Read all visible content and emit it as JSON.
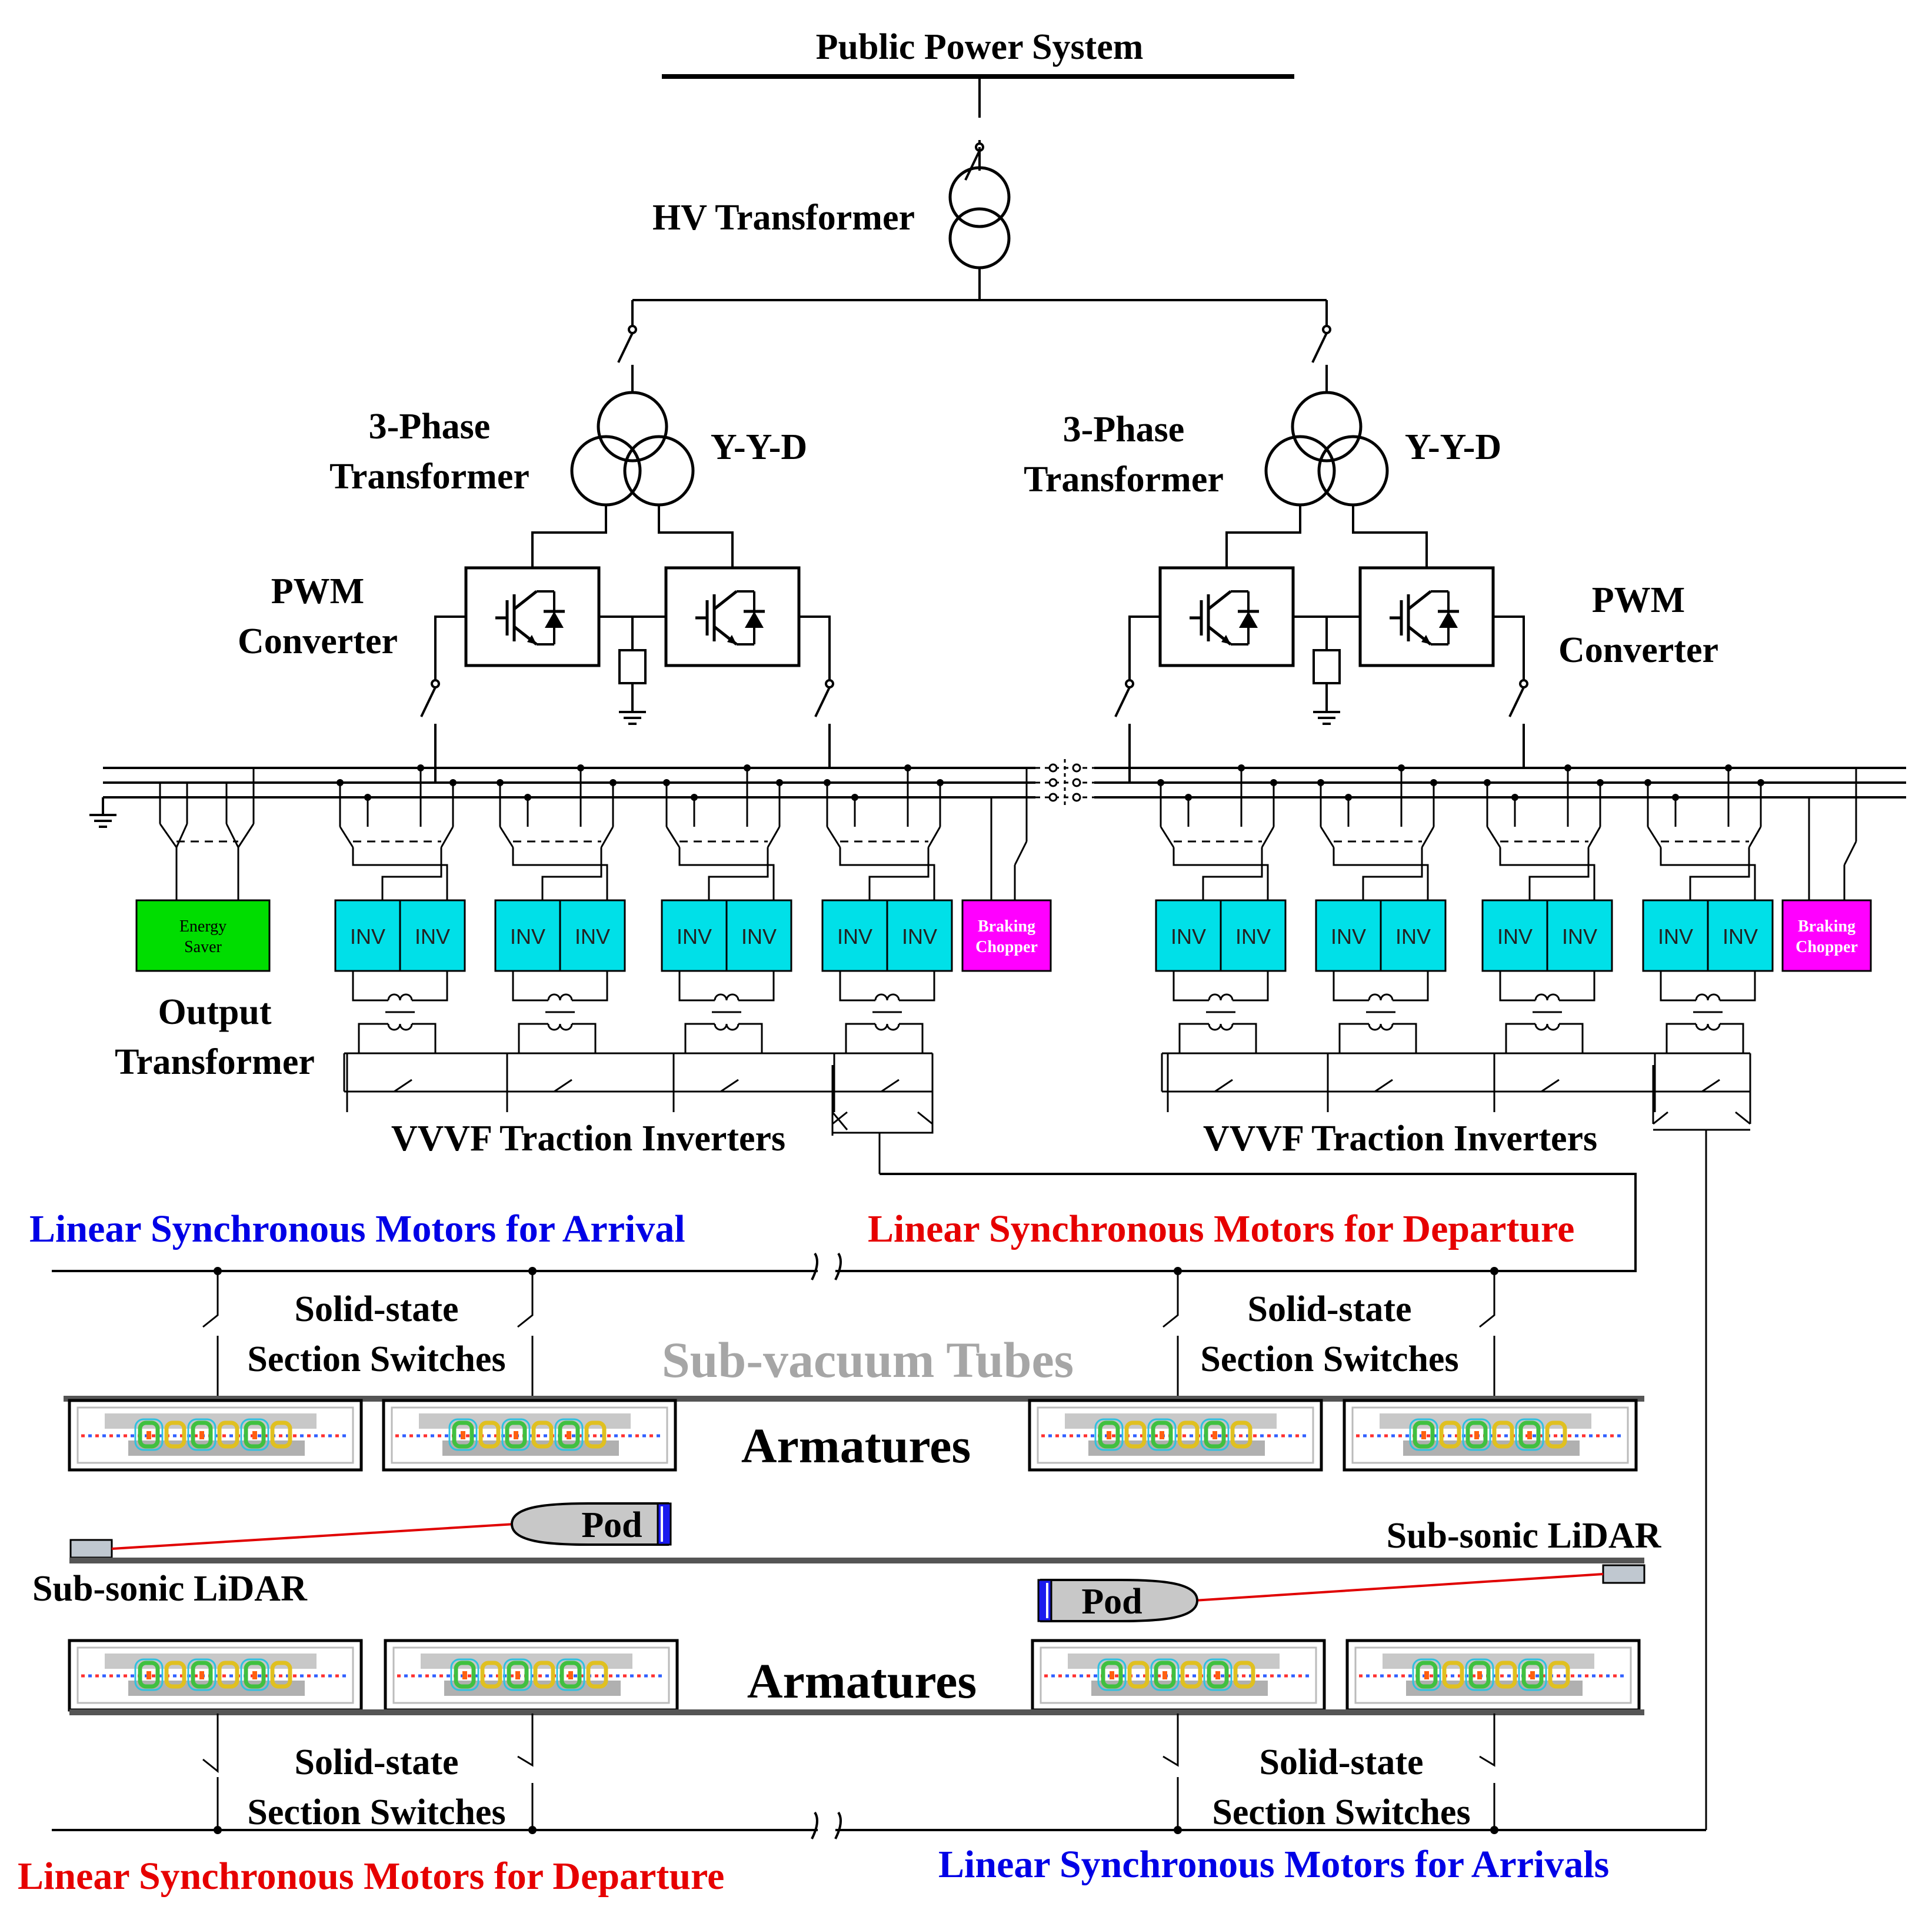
{
  "labels": {
    "public_power": "Public Power System",
    "hv_transformer": "HV Transformer",
    "three_phase_line1": "3-Phase",
    "three_phase_line2": "Transformer",
    "yyd": "Y-Y-D",
    "pwm_line1": "PWM",
    "pwm_line2": "Converter",
    "output_line1": "Output",
    "output_line2": "Transformer",
    "vvvf": "VVVF Traction Inverters",
    "lsm_arrival": "Linear Synchronous Motors for Arrival",
    "lsm_departure": "Linear Synchronous Motors for Departure",
    "lsm_arrivals": "Linear Synchronous Motors for Arrivals",
    "sss_line1": "Solid-state",
    "sss_line2": "Section Switches",
    "subvacuum": "Sub-vacuum Tubes",
    "armatures": "Armatures",
    "lidar": "Sub-sonic LiDAR",
    "pod": "Pod",
    "inv": "INV",
    "energy_line1": "Energy",
    "energy_line2": "Saver",
    "braking_line1": "Braking",
    "braking_line2": "Chopper"
  },
  "colors": {
    "inverter": "#00e0e8",
    "energy_saver": "#00dd00",
    "braking_chopper": "#ff00ff",
    "arrival_text": "#0000e6",
    "departure_text": "#e60000",
    "lidar_beam": "#e00000",
    "tube_gray": "#555555"
  }
}
